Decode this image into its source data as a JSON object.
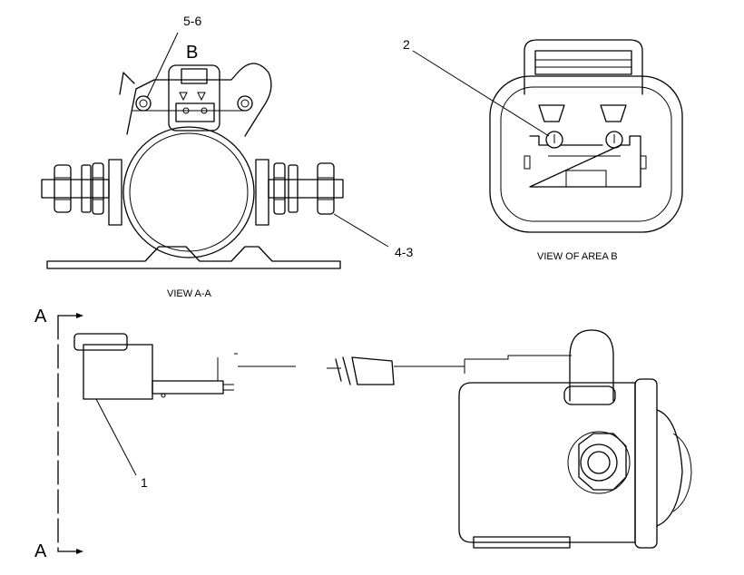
{
  "labels": {
    "callout_5_6": "5-6",
    "view_marker_b": "B",
    "callout_2": "2",
    "callout_4_3": "4-3",
    "callout_1": "1",
    "section_a_top": "A",
    "section_a_bottom": "A"
  },
  "captions": {
    "view_a_a": "VIEW A-A",
    "view_of_area_b": "VIEW OF AREA B"
  }
}
